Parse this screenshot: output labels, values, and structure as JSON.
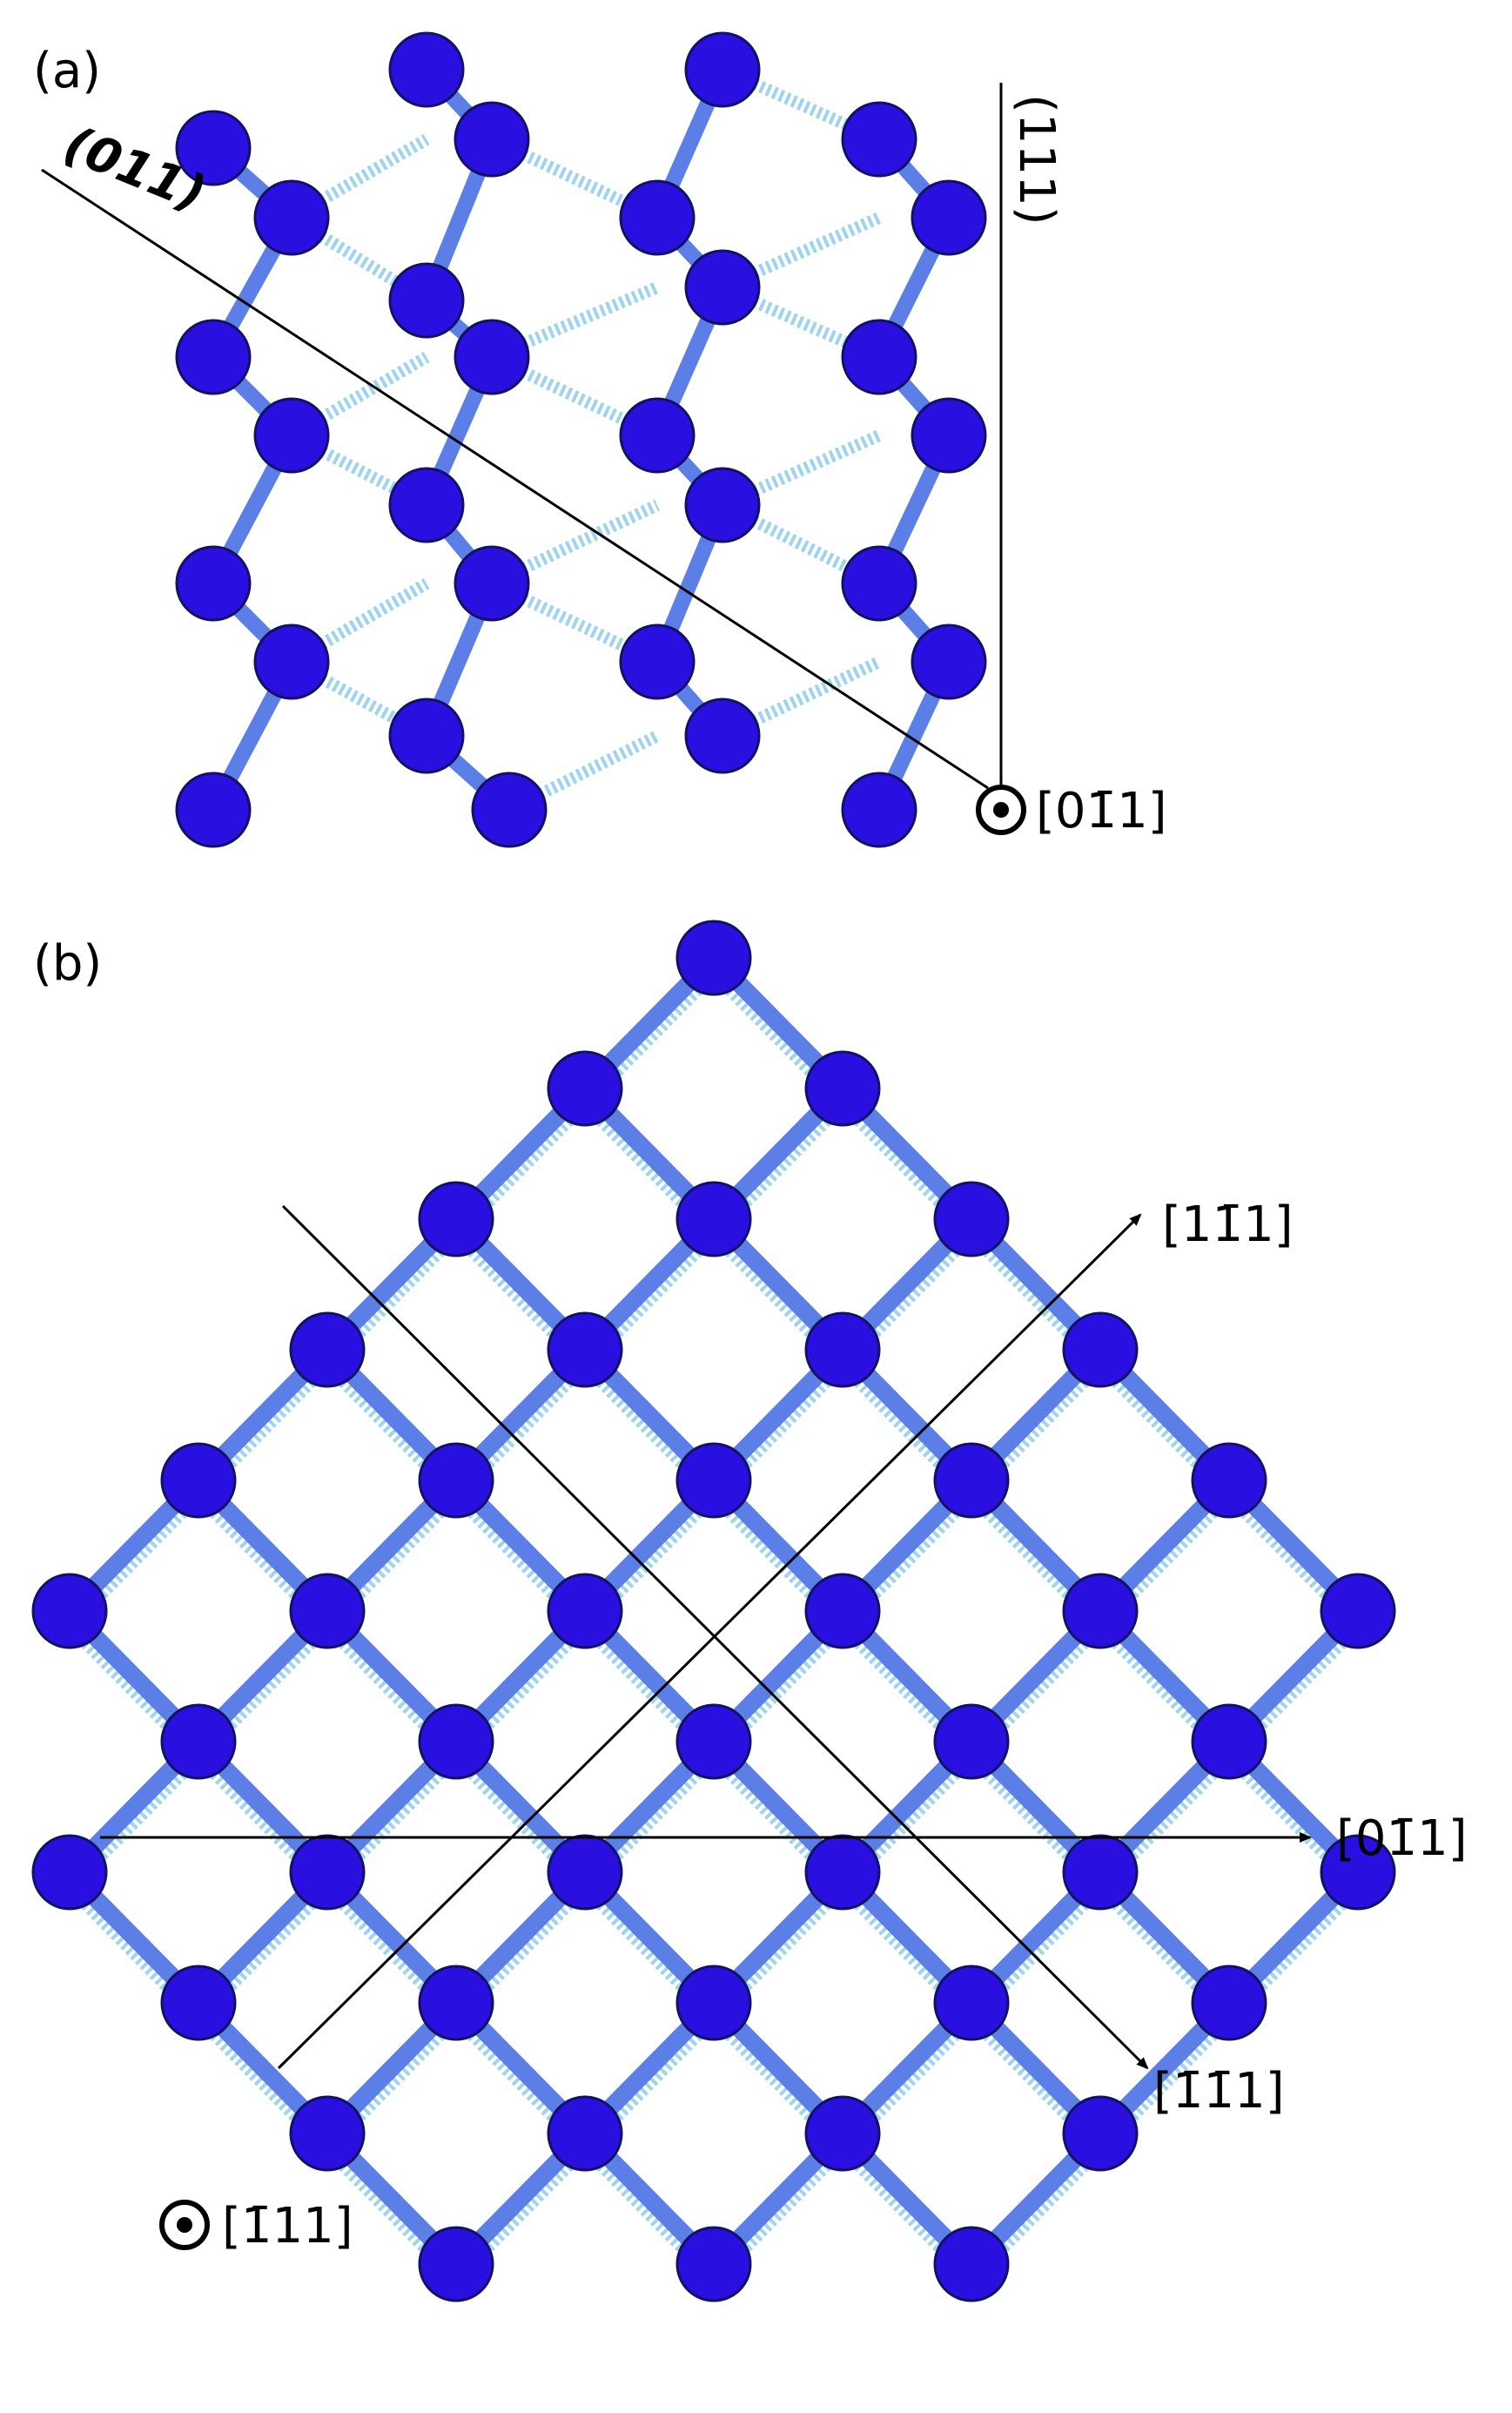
{
  "colors": {
    "atom": "#2a10e0",
    "atom_outline": "#111166",
    "bond": "#5b7fe6",
    "dotted_bond": "#9fd4ee",
    "line": "#000000",
    "background": "#ffffff"
  },
  "panel_a": {
    "label": "(a)",
    "plane_label_011": "(011)",
    "plane_label_111": "(111)",
    "direction_out_of_page": "[01̄1]"
  },
  "panel_b": {
    "label": "(b)",
    "arrow_1m11": "[11̄1]",
    "arrow_0m11": "[01̄1]",
    "arrow_m1m11": "[1̄1̄1]",
    "direction_out_of_page": "[1̄11]"
  }
}
